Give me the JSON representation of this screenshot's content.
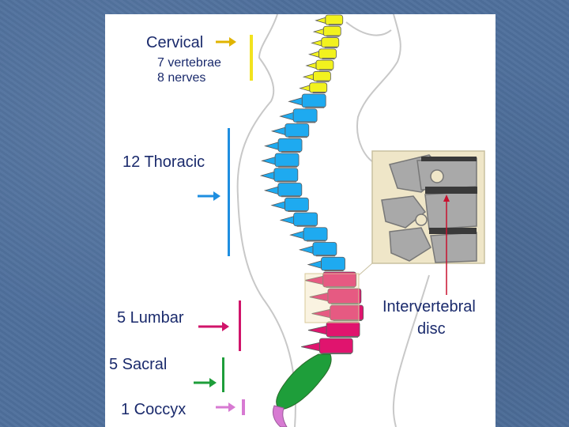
{
  "diagram": {
    "labels": {
      "cervical": "Cervical",
      "cervical_vertebrae": "7 vertebrae",
      "cervical_nerves": "8 nerves",
      "thoracic": "12 Thoracic",
      "lumbar": "5 Lumbar",
      "sacral": "5 Sacral",
      "coccyx": "1 Coccyx",
      "disc_line1": "Intervertebral",
      "disc_line2": "disc"
    },
    "colors": {
      "cervical": "#f2f21e",
      "thoracic": "#1eaaf0",
      "lumbar": "#e0146e",
      "sacral": "#1e9e3a",
      "coccyx": "#d77ad2",
      "inset_background": "#efe6c8",
      "background": "#4e6f9c"
    }
  }
}
